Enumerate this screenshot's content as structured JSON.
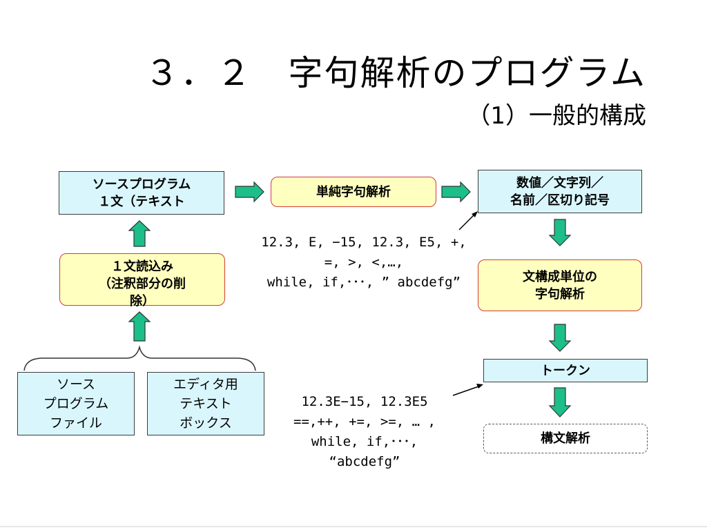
{
  "title": "３．２　字句解析のプログラム",
  "subtitle": "（1）一般的構成",
  "boxes": {
    "source_program": "ソースプログラム\n１文（テキスト",
    "read_line": "１文読込み\n（注釈部分の削\n除）",
    "source_file": "ソース\nプログラム\nファイル",
    "editor_box": "エディタ用\nテキスト\nボックス",
    "simple_lexer": "単純字句解析",
    "values": "数値／文字列／\n名前／区切り記号",
    "unit_lexer": "文構成単位の\n字句解析",
    "token": "トークン",
    "parser": "構文解析"
  },
  "notes": {
    "simple_examples": "12.3, E, −15, 12.3, E5, +,\n=, >, <,…,\nwhile, if,･･･, ” abcdefg”",
    "token_examples": "12.3E−15, 12.3E5\n==,++, +=, >=, … ,\nwhile, if,･･･,\n“abcdefg”"
  },
  "colors": {
    "arrow_fill": "#1cbf8a",
    "box_cyan": "#d9f6fc",
    "box_yellow": "#ffffc0",
    "box_red_border": "#d23a3a"
  }
}
